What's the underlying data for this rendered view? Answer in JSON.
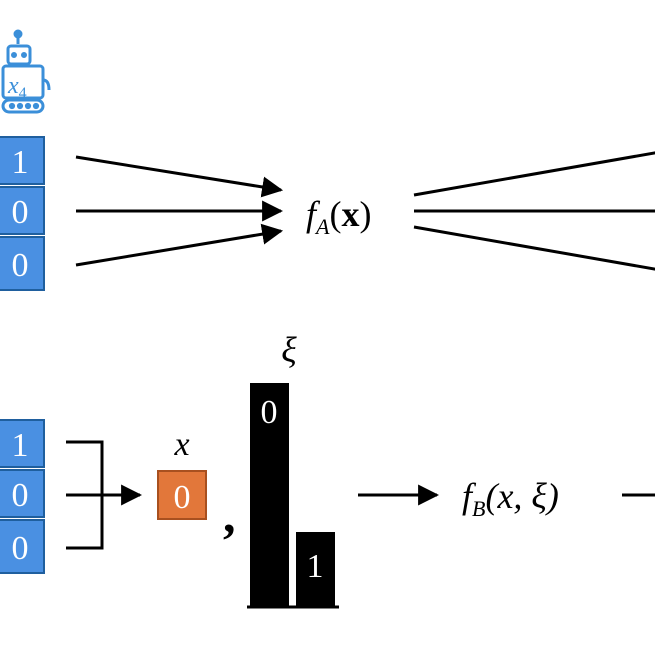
{
  "robot": {
    "label": "x",
    "subscript": "4",
    "icon": "robot-icon",
    "color": "#3b8fd9"
  },
  "top_vector": {
    "values": [
      "1",
      "0",
      "0"
    ],
    "color": "#4a90e2"
  },
  "fA": {
    "f": "f",
    "sub": "A",
    "open": "(",
    "arg": "x",
    "close": ")"
  },
  "bottom_vector": {
    "values": [
      "1",
      "0",
      "0"
    ],
    "color": "#4a90e2"
  },
  "x_box": {
    "label": "x",
    "value": "0",
    "color": "#e2773a"
  },
  "comma": ",",
  "xi": {
    "label": "ξ",
    "bars": [
      "0",
      "1"
    ]
  },
  "fB": {
    "f": "f",
    "sub": "B",
    "args": "(x, ξ)"
  }
}
